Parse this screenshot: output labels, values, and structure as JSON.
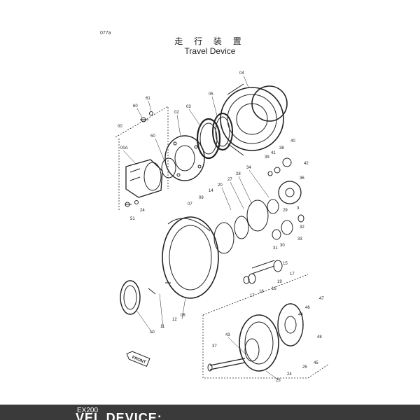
{
  "page": {
    "code": "077a",
    "title_jp": "走 行 装 置",
    "title_en": "Travel Device"
  },
  "callouts": {
    "c04": "04",
    "c05": "05",
    "c03": "03",
    "c02": "02",
    "c61": "61",
    "c60": "60",
    "c00": "00",
    "c00a": "00A",
    "c50": "50",
    "c24": "24",
    "c51": "51",
    "c39": "39",
    "c41": "41",
    "c38": "38",
    "c40": "40",
    "c42": "42",
    "c36": "36",
    "c34": "34",
    "c28": "28",
    "c27": "27",
    "c20": "20",
    "c14": "14",
    "c07": "07",
    "c09": "09",
    "c29": "29",
    "c3": "3",
    "c32": "32",
    "c31": "31",
    "c30": "30",
    "c33": "33",
    "c15": "15",
    "c17a": "17",
    "c19": "19",
    "c17b": "17",
    "c18": "18",
    "c16": "16",
    "c12": "12",
    "c06": "06",
    "c11": "11",
    "c10": "10",
    "c47": "47",
    "c46": "46",
    "c44": "44",
    "c48": "48",
    "c43": "43",
    "c37": "37",
    "c45": "45",
    "c25": "25",
    "c24b": "24",
    "c23": "23"
  },
  "front_label": "FRONT",
  "bottom_bar": {
    "code": "EX200",
    "heading": "VEL DEVICE:"
  }
}
